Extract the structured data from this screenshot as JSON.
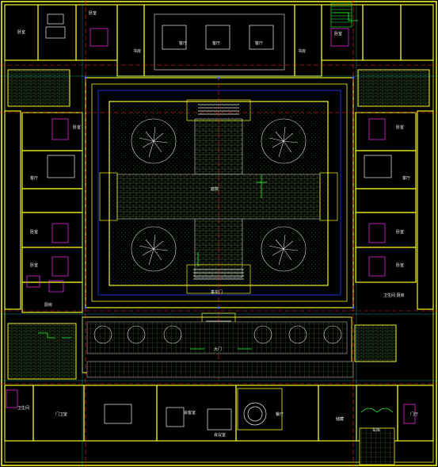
{
  "drawing": {
    "colors": {
      "background": "#000000",
      "wall": "#f4f420",
      "axis": "#ff2020",
      "furniture": "#ff30ff",
      "hatch": "#4a7a30",
      "tree": "#e0e0e0",
      "grid": "#20c0c0",
      "door": "#30ff30",
      "white": "#f0f0f0",
      "blue": "#2040ff"
    },
    "icons": [
      "tree-symbol",
      "sofa-set",
      "dining-table",
      "bed",
      "stair"
    ],
    "rooms": {
      "top_left_room": "卧室",
      "top_bed_room": "卧室",
      "top_left_study": "书房",
      "hall_main": "客厅",
      "hall_center": "客厅",
      "hall_right": "客厅",
      "top_right_study": "书房",
      "top_right_room": "卧室",
      "left_room_1": "卧室",
      "left_room_2": "客厅",
      "left_room_3": "卧室",
      "left_room_4": "卧室",
      "left_room_5": "厨房",
      "right_room_1": "卧室",
      "right_room_2": "客厅",
      "right_room_3": "卧室",
      "right_room_4": "卧室",
      "courtyard_center": "庭院",
      "gate_inner": "垂花门",
      "gate_label": "大门",
      "right_corridor_note": "卫生间 厨房",
      "bottom_left_a": "卫生间",
      "bottom_left_b": "门卫室",
      "bottom_mid_a": "会客室",
      "bottom_mid_b": "会议室",
      "bottom_mid_c": "餐厅",
      "bottom_right_a": "储藏",
      "bottom_right_b": "车库",
      "bottom_right_c": "门厅"
    }
  }
}
